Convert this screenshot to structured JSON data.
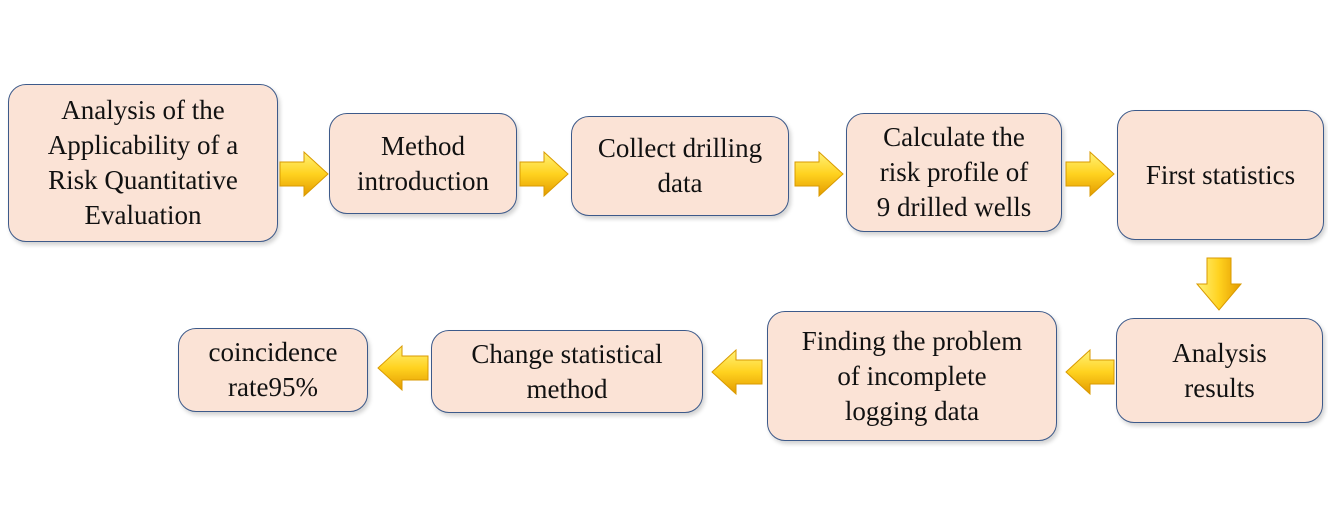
{
  "steps": [
    {
      "id": "s1",
      "label": "Analysis of the\nApplicability of a\nRisk Quantitative\nEvaluation"
    },
    {
      "id": "s2",
      "label": "Method\nintroduction"
    },
    {
      "id": "s3",
      "label": "Collect drilling\ndata"
    },
    {
      "id": "s4",
      "label": "Calculate the\nrisk profile of\n9 drilled wells"
    },
    {
      "id": "s5",
      "label": "First statistics"
    },
    {
      "id": "s6",
      "label": "Analysis\nresults"
    },
    {
      "id": "s7",
      "label": "Finding the problem\nof incomplete\nlogging data"
    },
    {
      "id": "s8",
      "label": "Change statistical\nmethod"
    },
    {
      "id": "s9",
      "label": "coincidence\nrate95%"
    }
  ],
  "colors": {
    "box_fill": "#fbe3d6",
    "box_border": "#3d5a8a",
    "arrow_light": "#ffe94d",
    "arrow_dark": "#f0a800"
  }
}
